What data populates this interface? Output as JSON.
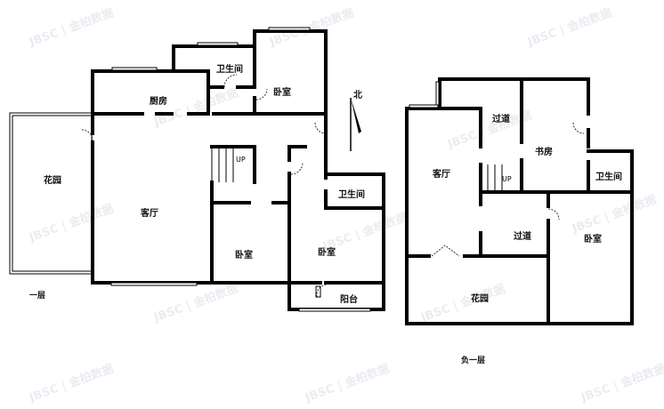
{
  "plans": [
    {
      "floor_label": "一层",
      "rooms": {
        "garden": "花园",
        "living": "客厅",
        "kitchen": "厨房",
        "bath_top": "卫生间",
        "bedroom_top": "卧室",
        "bedroom_mid": "卧室",
        "bedroom_right": "卧室",
        "bath_right": "卫生间",
        "balcony": "阳台"
      },
      "stair_label": "UP",
      "north_label": "北"
    },
    {
      "floor_label": "负一层",
      "rooms": {
        "living": "客厅",
        "corridor_top": "过道",
        "study": "书房",
        "bath": "卫生间",
        "corridor_bottom": "过道",
        "bedroom": "卧室",
        "garden": "花园"
      },
      "stair_label": "UP"
    }
  ],
  "watermark": "JBSC | 金柏数据"
}
